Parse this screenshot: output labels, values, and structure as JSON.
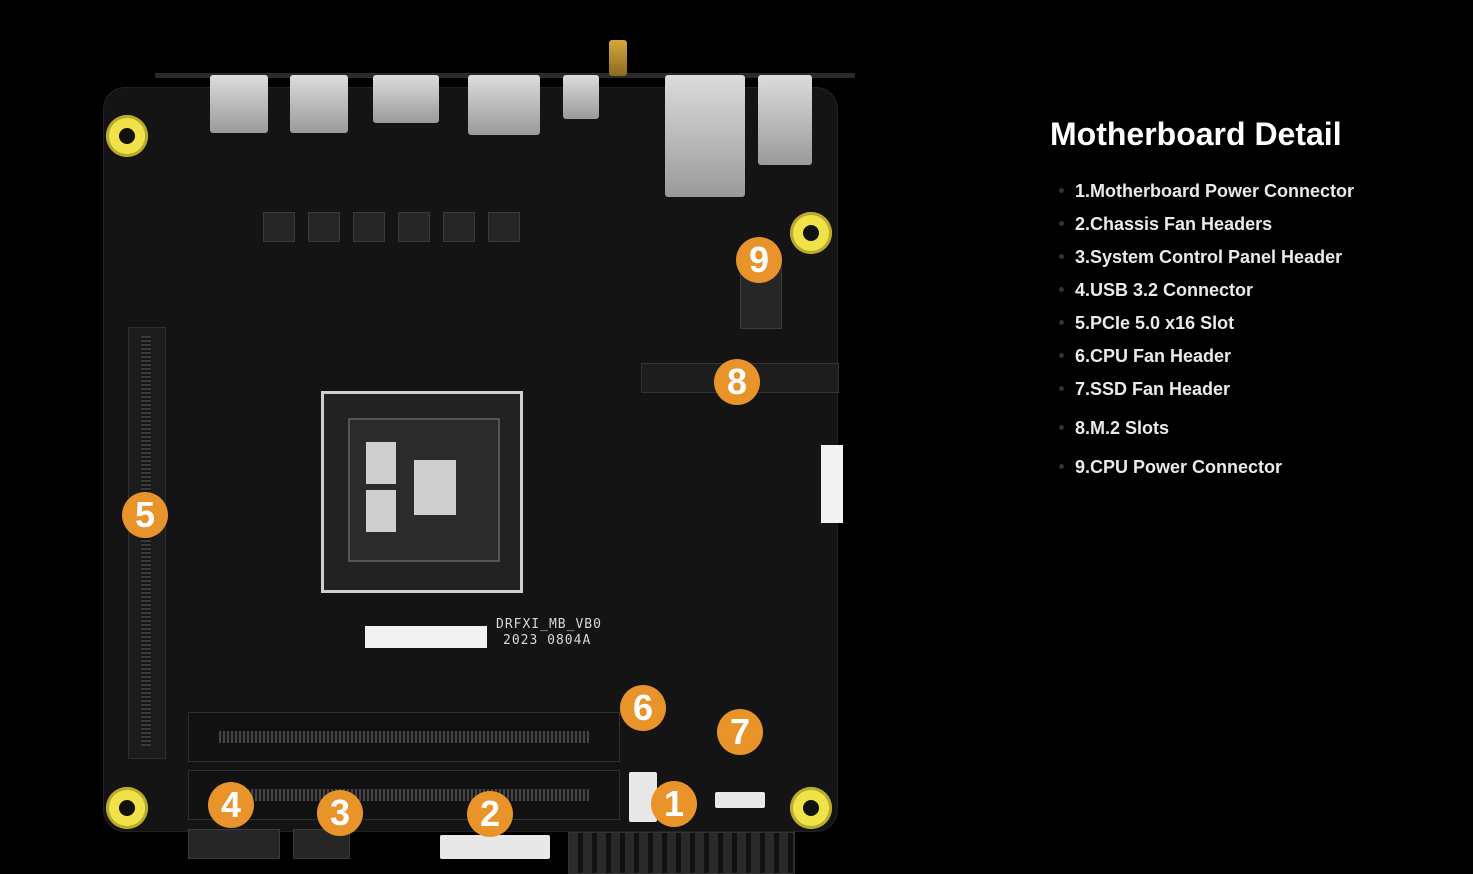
{
  "panel": {
    "title": "Motherboard Detail",
    "items": [
      "1.Motherboard Power Connector",
      "2.Chassis Fan Headers",
      "3.System Control Panel Header",
      "4.USB 3.2 Connector",
      "5.PCIe 5.0 x16 Slot",
      "6.CPU Fan Header",
      "7.SSD Fan Header",
      "8.M.2 Slots",
      "9.CPU Power Connector"
    ]
  },
  "board": {
    "markers": [
      "1",
      "2",
      "3",
      "4",
      "5",
      "6",
      "7",
      "8",
      "9"
    ],
    "silkscreen": [
      "DRFXI_MB_VB0",
      "2023 0804A"
    ]
  },
  "colors": {
    "marker": "#e9932b",
    "mount": "#f2e24a",
    "background": "#000000"
  }
}
